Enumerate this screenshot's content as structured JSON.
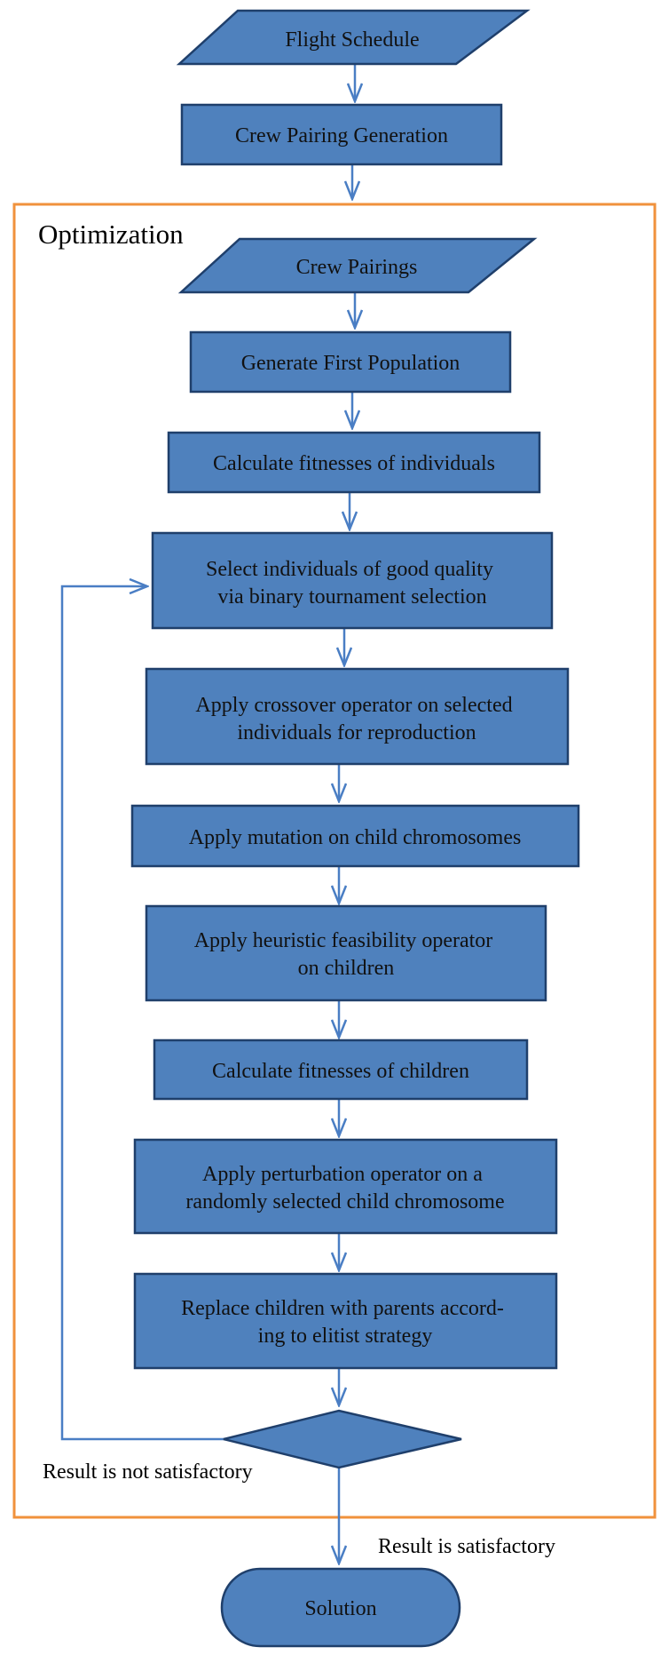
{
  "colors": {
    "fill": "#4f81bd",
    "stroke": "#1f3f6b",
    "arrow": "#4a7ec4",
    "frame": "#f0923c",
    "text": "#111111"
  },
  "input": {
    "flight_schedule": "Flight Schedule"
  },
  "crew_pairing_generation": "Crew Pairing Generation",
  "optimization": {
    "title": "Optimization",
    "crew_pairings": "Crew Pairings",
    "steps": {
      "generate_first_population": "Generate First Population",
      "calculate_fitness_individuals": "Calculate fitnesses of individuals",
      "select_individuals": [
        "Select individuals of good quality",
        "via binary tournament selection"
      ],
      "apply_crossover": [
        "Apply crossover operator on selected",
        "individuals for reproduction"
      ],
      "apply_mutation": "Apply mutation on child chromosomes",
      "apply_heuristic": [
        "Apply heuristic feasibility operator",
        "on children"
      ],
      "calculate_fitness_children": "Calculate fitnesses of children",
      "apply_perturbation": [
        "Apply perturbation operator on a",
        "randomly selected child chromosome"
      ],
      "replace_children": [
        "Replace children with parents accord-",
        "ing to elitist strategy"
      ]
    },
    "not_satisfactory": "Result is not satisfactory"
  },
  "satisfactory": "Result is satisfactory",
  "solution": "Solution"
}
